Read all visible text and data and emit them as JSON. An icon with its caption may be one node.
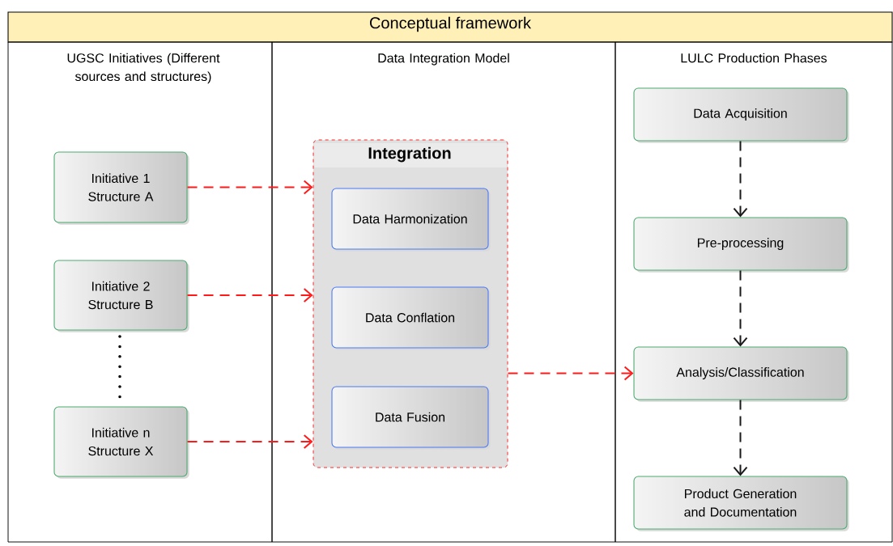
{
  "diagram": {
    "title": "Conceptual framework",
    "nodes": [
      {
        "text": [
          "UGSC Initiatives (Different sources and structures)"
        ]
      },
      {
        "text": [
          "Data Integration Model"
        ]
      },
      {
        "text": [
          "LULC Production Phases"
        ]
      },
      {
        "text": [
          "Initiative 1 Structure A"
        ],
        "in": 0
      },
      {
        "text": [
          "Initiative 2 Structure B"
        ],
        "in": 0
      },
      {
        "text": [
          "Initiative n Structure X"
        ],
        "in": 0
      },
      {
        "text": [
          "Integration"
        ],
        "in": 1
      },
      {
        "text": [
          "Data Harmonization"
        ],
        "in": 6
      },
      {
        "text": [
          "Data Conflation"
        ],
        "in": 6
      },
      {
        "text": [
          "Data Fusion"
        ],
        "in": 6
      },
      {
        "text": [
          "Data Acquisition"
        ],
        "in": 2
      },
      {
        "text": [
          "Pre-processing"
        ],
        "in": 2
      },
      {
        "text": [
          "Analysis/Classification"
        ],
        "in": 2
      },
      {
        "text": [
          "Product Generation and Documentation"
        ],
        "in": 2
      }
    ],
    "edges": [
      {
        "from": 3,
        "to": 6,
        "arrow": "to",
        "style": "dashed"
      },
      {
        "from": 4,
        "to": 6,
        "arrow": "to",
        "style": "dashed"
      },
      {
        "from": 5,
        "to": 6,
        "arrow": "to",
        "style": "dashed"
      },
      {
        "from": 6,
        "to": 12,
        "arrow": "to",
        "style": "dashed"
      },
      {
        "from": 10,
        "to": 11,
        "arrow": "to",
        "style": "dashed",
        "color": "#1a1a1a"
      },
      {
        "from": 11,
        "to": 12,
        "arrow": "to",
        "style": "dashed",
        "color": "#1a1a1a"
      },
      {
        "from": 12,
        "to": 13,
        "arrow": "to",
        "style": "dashed",
        "color": "#1a1a1a"
      }
    ]
  }
}
